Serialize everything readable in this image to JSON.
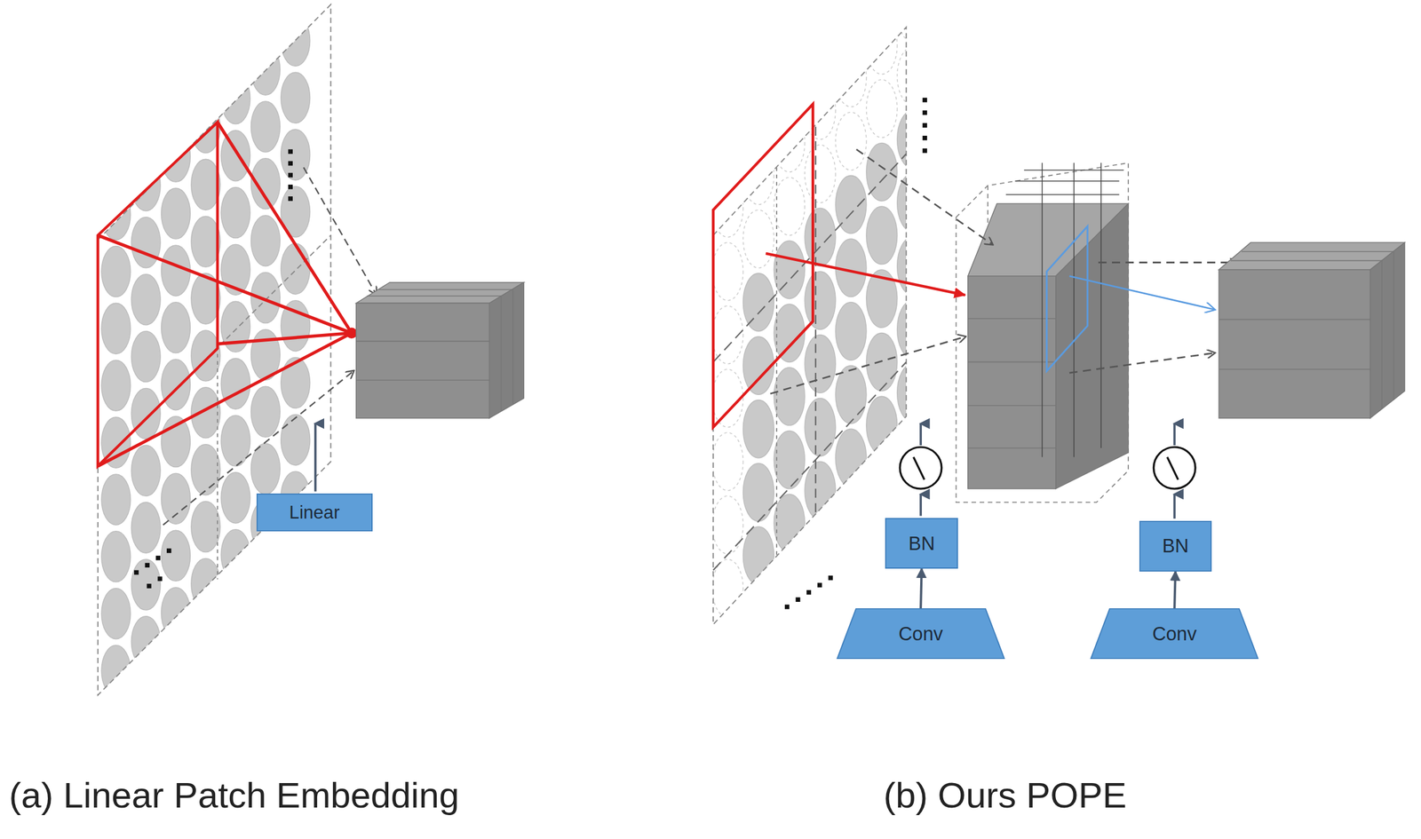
{
  "diagram": {
    "nodes": [
      {
        "text": [
          "Linear"
        ]
      },
      {
        "text": [
          "BN"
        ]
      },
      {
        "text": [
          "Conv"
        ]
      },
      {
        "text": [
          "BN"
        ]
      },
      {
        "text": [
          "Conv"
        ]
      }
    ],
    "edges": [
      {
        "from": 2,
        "to": 1,
        "arrow": "to"
      },
      {
        "from": 4,
        "to": 3,
        "arrow": "to"
      }
    ],
    "labels": [
      "(a) Linear Patch Embedding",
      "(b) Ours POPE"
    ]
  }
}
